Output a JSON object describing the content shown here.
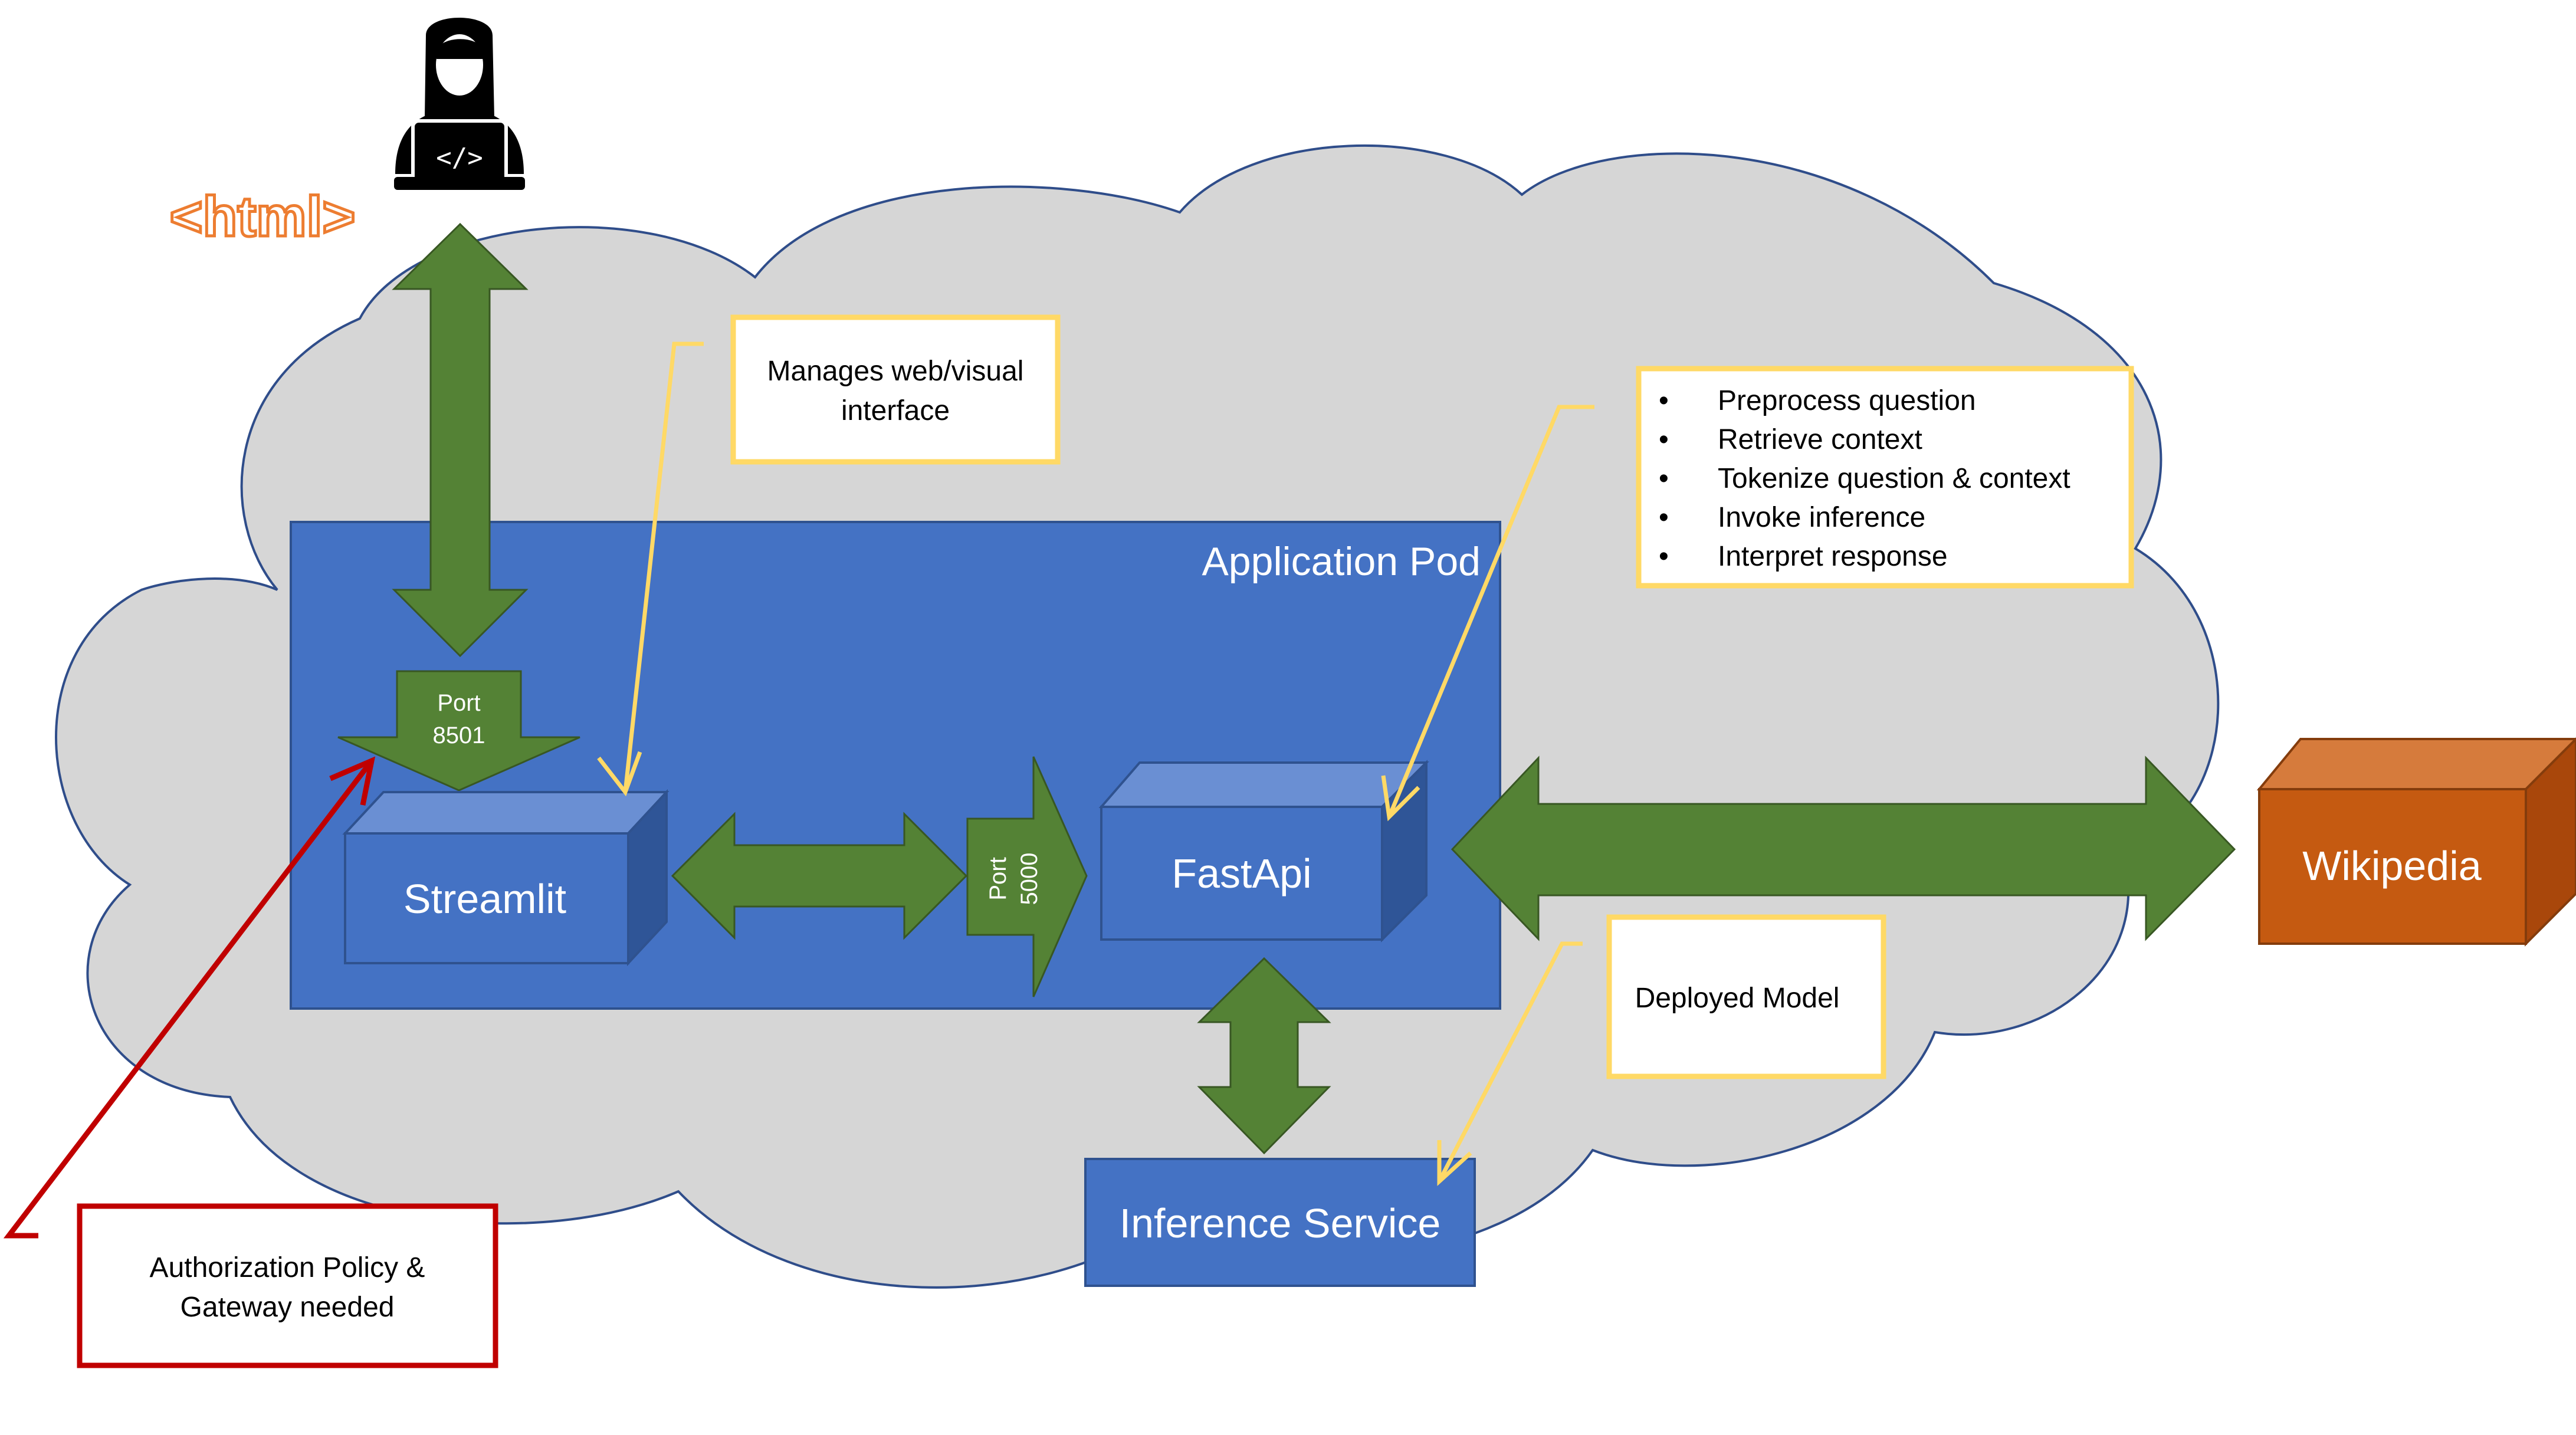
{
  "user": {
    "icon": "developer-laptop-icon",
    "html_tag": "<html>"
  },
  "cloud": {
    "fill": "#d6d6d6",
    "stroke": "#2f4d8a"
  },
  "application_pod": {
    "title": "Application Pod",
    "fill": "#4472c4"
  },
  "streamlit": {
    "label": "Streamlit"
  },
  "fastapi": {
    "label": "FastApi"
  },
  "inference_service": {
    "label": "Inference Service"
  },
  "wikipedia": {
    "label": "Wikipedia",
    "fill": "#c55a11"
  },
  "ports": {
    "streamlit_port_line1": "Port",
    "streamlit_port_line2": "8501",
    "fastapi_port_line1": "Port",
    "fastapi_port_line2": "5000"
  },
  "callouts": {
    "web_interface": {
      "line1": "Manages web/visual",
      "line2": "interface"
    },
    "fastapi_steps": [
      "Preprocess question",
      "Retrieve context",
      "Tokenize question & context",
      "Invoke inference",
      "Interpret response"
    ],
    "deployed_model": "Deployed Model",
    "authorization": {
      "line1": "Authorization Policy &",
      "line2": "Gateway needed"
    }
  },
  "colors": {
    "arrow_green": "#548235",
    "callout_yellow": "#ffd966",
    "callout_red": "#c00000",
    "html_orange": "#ed7d31"
  }
}
